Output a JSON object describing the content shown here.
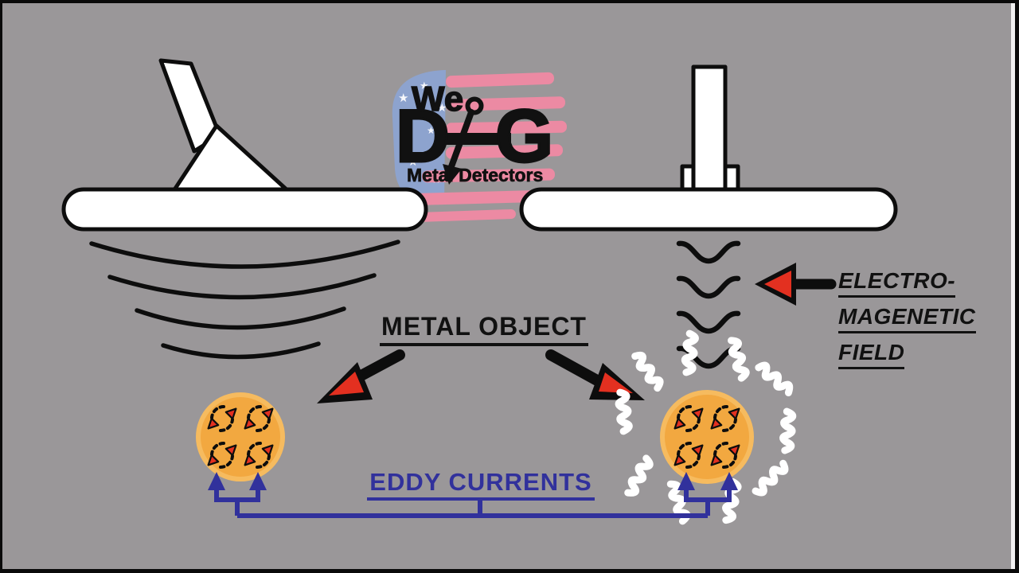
{
  "scene": {
    "background_color": "#9a9799",
    "frame_color": "#0a0a0a",
    "description_hint": "metal detector eddy-current explainer diagram"
  },
  "logo": {
    "we": "We",
    "d": "D",
    "g": "G",
    "tagline": "Metal Detectors",
    "flag_blue": "#8da3ce",
    "flag_pink": "#ec8aa3",
    "text_color": "#111111"
  },
  "labels": {
    "metal_object": "METAL OBJECT",
    "em_line1": "ELECTRO-",
    "em_line2": "MAGENETIC",
    "em_line3": "FIELD",
    "eddy_currents": "EDDY CURRENTS"
  },
  "colors": {
    "label_black": "#111111",
    "eddy_blue": "#31319c",
    "metal_orange": "#f2a840",
    "metal_orange_rim": "#f6bb5f",
    "arrow_red": "#e33020",
    "field_white": "#ffffff",
    "outline_black": "#0d0d0d"
  }
}
